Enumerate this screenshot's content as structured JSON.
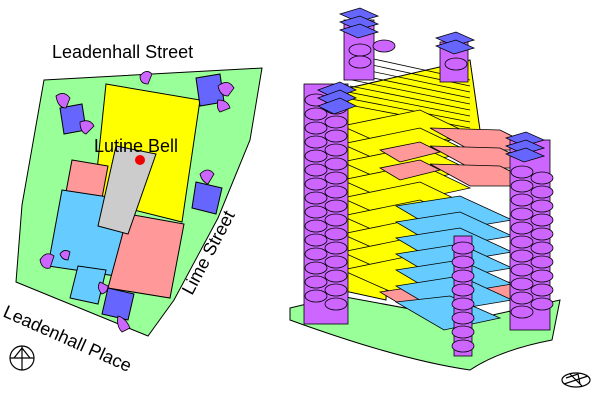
{
  "plan": {
    "street_north": "Leadenhall Street",
    "street_east": "Lime Street",
    "street_southwest": "Leadenhall Place",
    "landmark": "Lutine Bell"
  },
  "colors": {
    "site": "#99ff99",
    "atrium": "#ffff00",
    "office_red": "#ff9999",
    "office_blue": "#66ccff",
    "core_purple": "#cc66ff",
    "service_tower": "#6666ff",
    "bell_platform": "#cccccc",
    "bell_dot": "#ee0000",
    "outline": "#000000"
  },
  "icons": {
    "plan_north": "north-arrow-icon",
    "iso_north": "north-arrow-icon"
  }
}
